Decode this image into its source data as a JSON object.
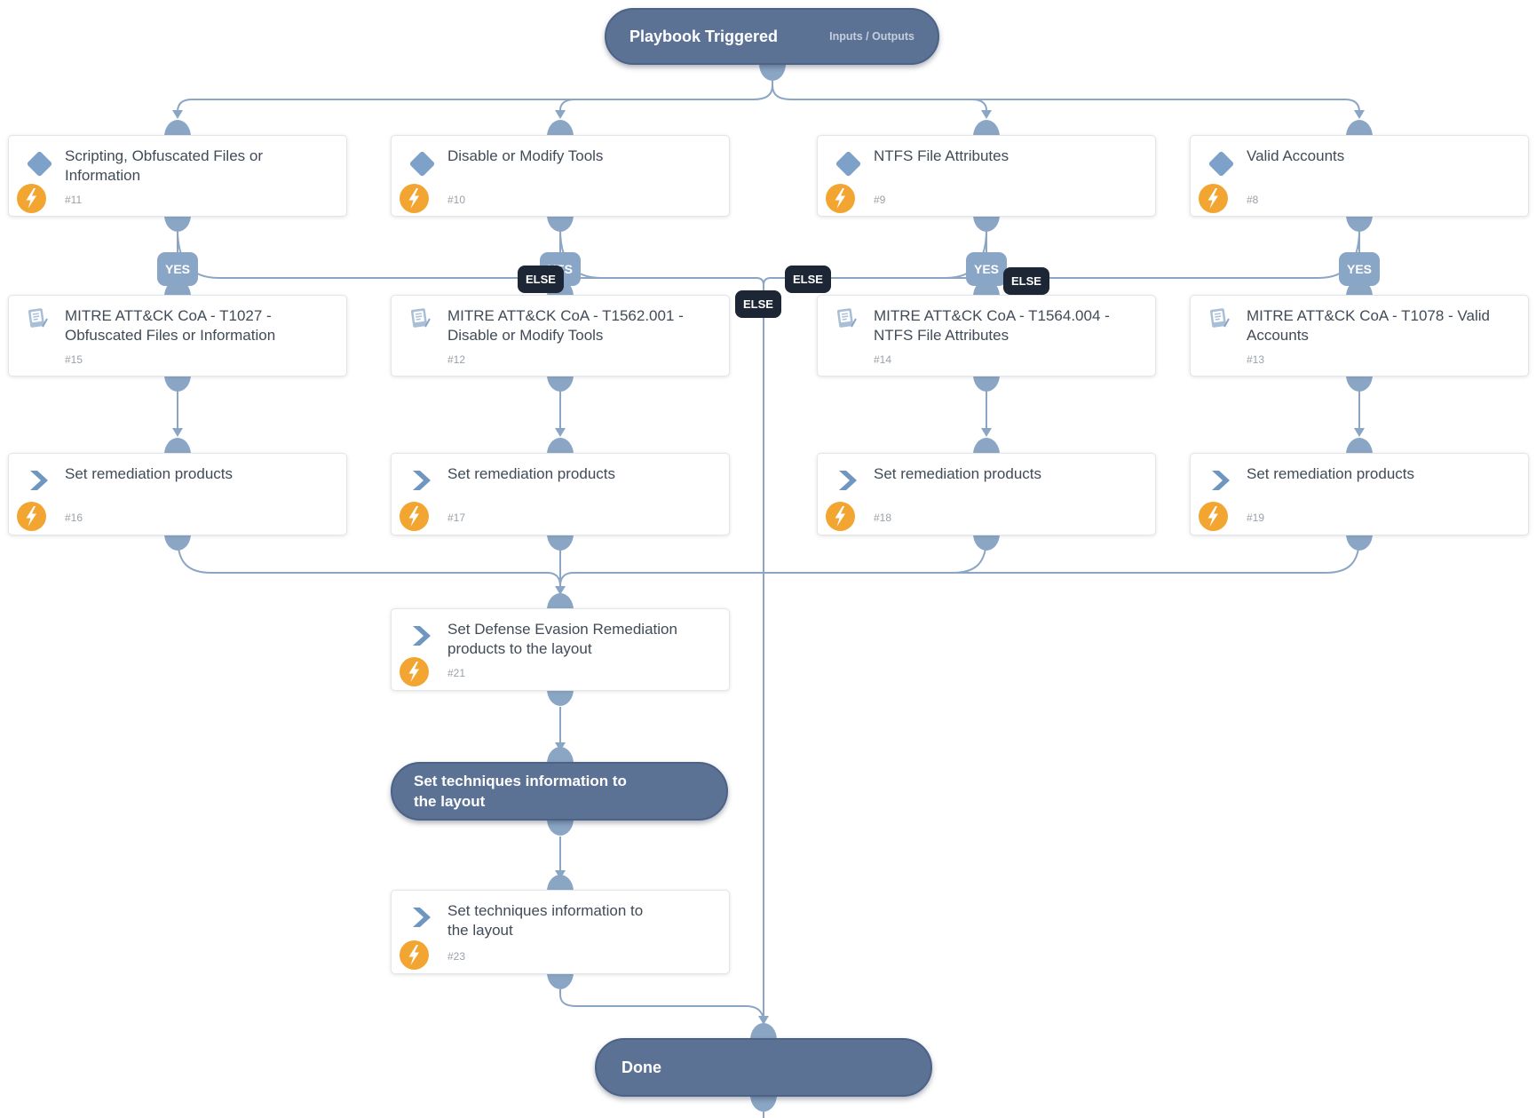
{
  "playbook": {
    "trigger": {
      "title": "Playbook Triggered",
      "link": "Inputs / Outputs"
    },
    "branch_labels": {
      "yes": "YES",
      "else": "ELSE"
    },
    "conditions": [
      {
        "id": "#11",
        "title": "Scripting, Obfuscated Files or\nInformation"
      },
      {
        "id": "#10",
        "title": "Disable or Modify Tools"
      },
      {
        "id": "#9",
        "title": "NTFS File Attributes"
      },
      {
        "id": "#8",
        "title": "Valid Accounts"
      }
    ],
    "subplaybooks": [
      {
        "id": "#15",
        "title": "MITRE ATT&CK CoA - T1027 -\nObfuscated Files or Information"
      },
      {
        "id": "#12",
        "title": "MITRE ATT&CK CoA - T1562.001 -\nDisable or Modify Tools"
      },
      {
        "id": "#14",
        "title": "MITRE ATT&CK CoA - T1564.004 -\nNTFS File Attributes"
      },
      {
        "id": "#13",
        "title": "MITRE ATT&CK CoA - T1078 - Valid\nAccounts"
      }
    ],
    "remediation_tasks": [
      {
        "id": "#16",
        "title": "Set remediation products"
      },
      {
        "id": "#17",
        "title": "Set remediation products"
      },
      {
        "id": "#18",
        "title": "Set remediation products"
      },
      {
        "id": "#19",
        "title": "Set remediation products"
      }
    ],
    "layout_task": {
      "id": "#21",
      "title": "Set Defense Evasion Remediation\nproducts to the layout"
    },
    "section_header": {
      "title": "Set techniques information to\nthe layout"
    },
    "techniques_task": {
      "id": "#23",
      "title": "Set techniques information to\nthe layout"
    },
    "done": {
      "title": "Done"
    },
    "colors": {
      "connector": "#8ba6c5",
      "pill": "#5b7295",
      "yes_badge": "#8aa6c6",
      "else_badge": "#1d2635",
      "automation": "#f2a531",
      "condition_icon": "#7da1c8"
    }
  }
}
